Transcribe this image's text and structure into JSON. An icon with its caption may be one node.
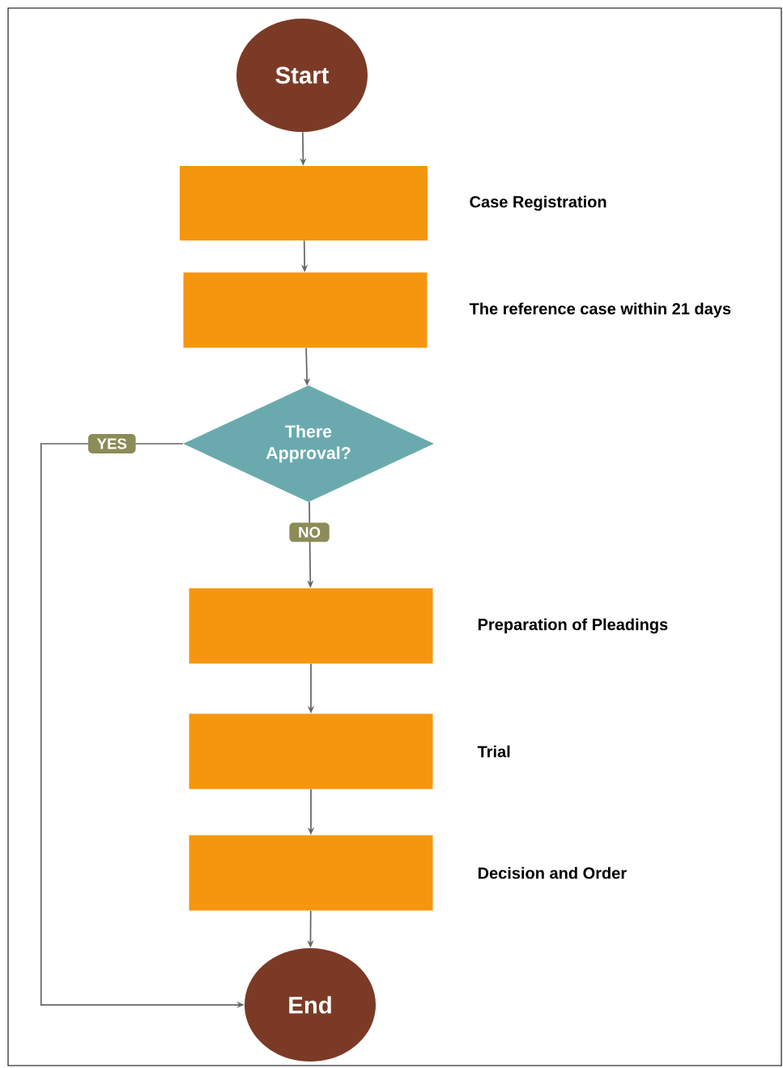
{
  "diagram": {
    "nodes": [
      {
        "text": [
          "Start"
        ]
      },
      {
        "text": [],
        "shape": "box",
        "beside": [
          "Case Registration"
        ]
      },
      {
        "text": [],
        "shape": "box",
        "beside": [
          "The reference case within 21 days"
        ]
      },
      {
        "text": [
          "There Approval?"
        ]
      },
      {
        "text": [],
        "shape": "box",
        "beside": [
          "Preparation of Pleadings"
        ]
      },
      {
        "text": [],
        "shape": "box",
        "beside": [
          "Trial"
        ]
      },
      {
        "text": [],
        "shape": "box",
        "beside": [
          "Decision and Order"
        ]
      },
      {
        "text": [
          "End"
        ]
      }
    ],
    "edges": [
      {
        "from": 0,
        "to": 1,
        "arrow": "to"
      },
      {
        "from": 1,
        "to": 2,
        "arrow": "to"
      },
      {
        "from": 2,
        "to": 3,
        "arrow": "to"
      },
      {
        "from": 3,
        "to": 4,
        "arrow": "to",
        "label": "NO"
      },
      {
        "from": 4,
        "to": 5,
        "arrow": "to"
      },
      {
        "from": 5,
        "to": 6,
        "arrow": "to"
      },
      {
        "from": 6,
        "to": 7,
        "arrow": "to"
      },
      {
        "from": 3,
        "to": 7,
        "arrow": "to",
        "label": "YES"
      }
    ]
  }
}
